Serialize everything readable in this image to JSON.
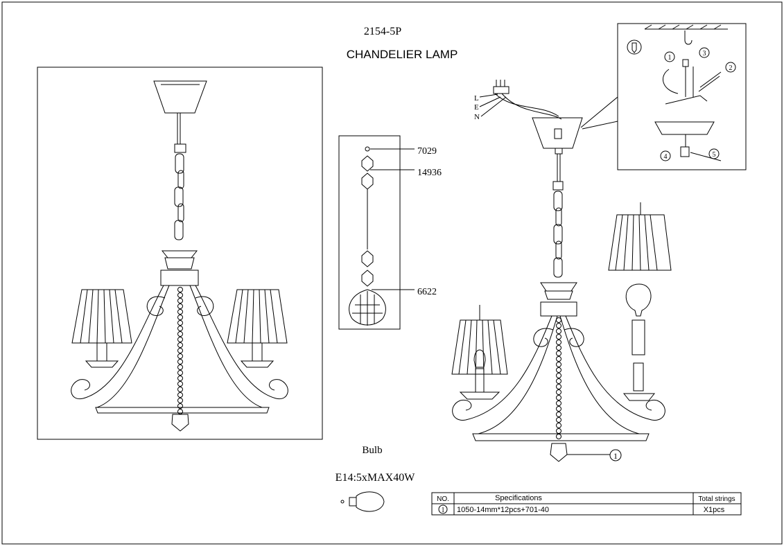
{
  "drawing": {
    "model": "2154-5P",
    "title": "CHANDELIER LAMP"
  },
  "crystal_parts": [
    "7029",
    "14936",
    "6622"
  ],
  "install_steps": [
    "1",
    "2",
    "3",
    "4",
    "5"
  ],
  "wiring_labels": [
    "L",
    "E",
    "N"
  ],
  "callout_marker": "1",
  "bulb": {
    "heading": "Bulb",
    "spec": "E14:5xMAX40W"
  },
  "spec_table": {
    "headers": [
      "NO.",
      "Specifications",
      "Total strings"
    ],
    "rows": [
      {
        "no": "1",
        "spec": "1050-14mm*12pcs+701-40",
        "total": "X1pcs"
      }
    ]
  }
}
